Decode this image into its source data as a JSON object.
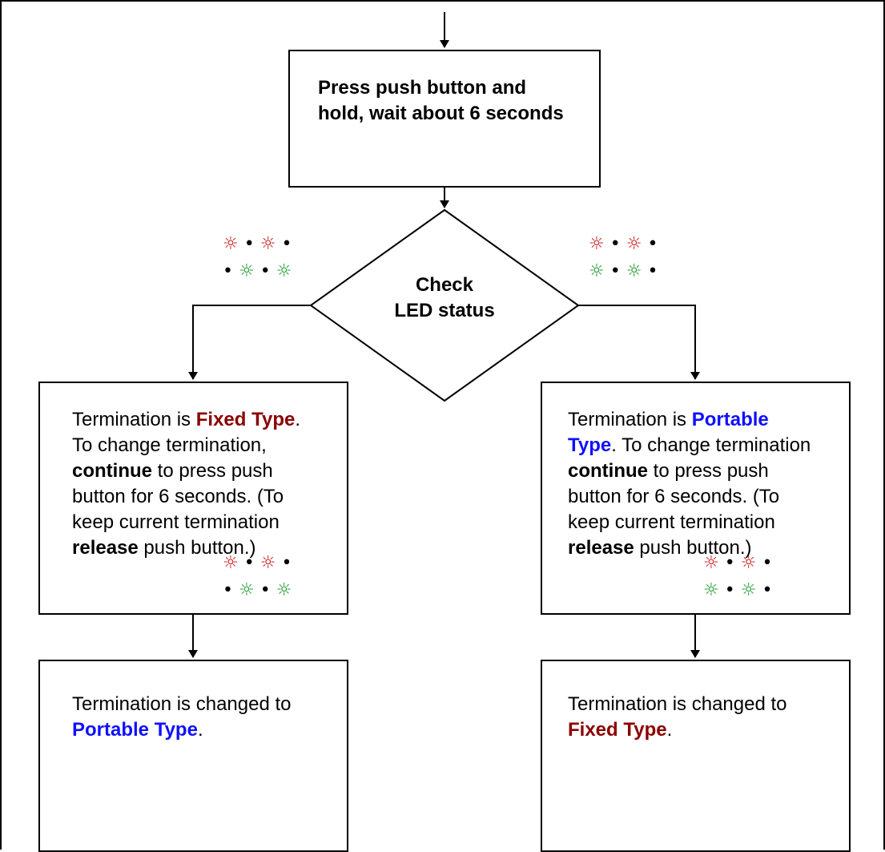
{
  "start_box": {
    "text": "Press push button and hold, wait about 6 seconds"
  },
  "decision": {
    "line1": "Check",
    "line2": "LED status"
  },
  "led": {
    "symbol_on": "☼",
    "symbol_off": "•",
    "red_color": "#c81e1e",
    "green_color": "#1f9a2e"
  },
  "left_box": {
    "t1": "Termination is ",
    "type": "Fixed Type",
    "t2": ". To change termination, ",
    "kw1": "continue",
    "t3": " to press push button for 6 seconds. (To keep current termination ",
    "kw2": "release",
    "t4": " push button.)"
  },
  "right_box": {
    "t1": "Termination is ",
    "type": "Portable Type",
    "t2": ". To change termination ",
    "kw1": "continue",
    "t3": " to press push button for 6 seconds. (To keep current termination ",
    "kw2": "release",
    "t4": " push button.)"
  },
  "left_result": {
    "t1": "Termination is changed to ",
    "type": "Portable Type",
    "t2": "."
  },
  "right_result": {
    "t1": "Termination is changed to ",
    "type": "Fixed Type",
    "t2": "."
  }
}
